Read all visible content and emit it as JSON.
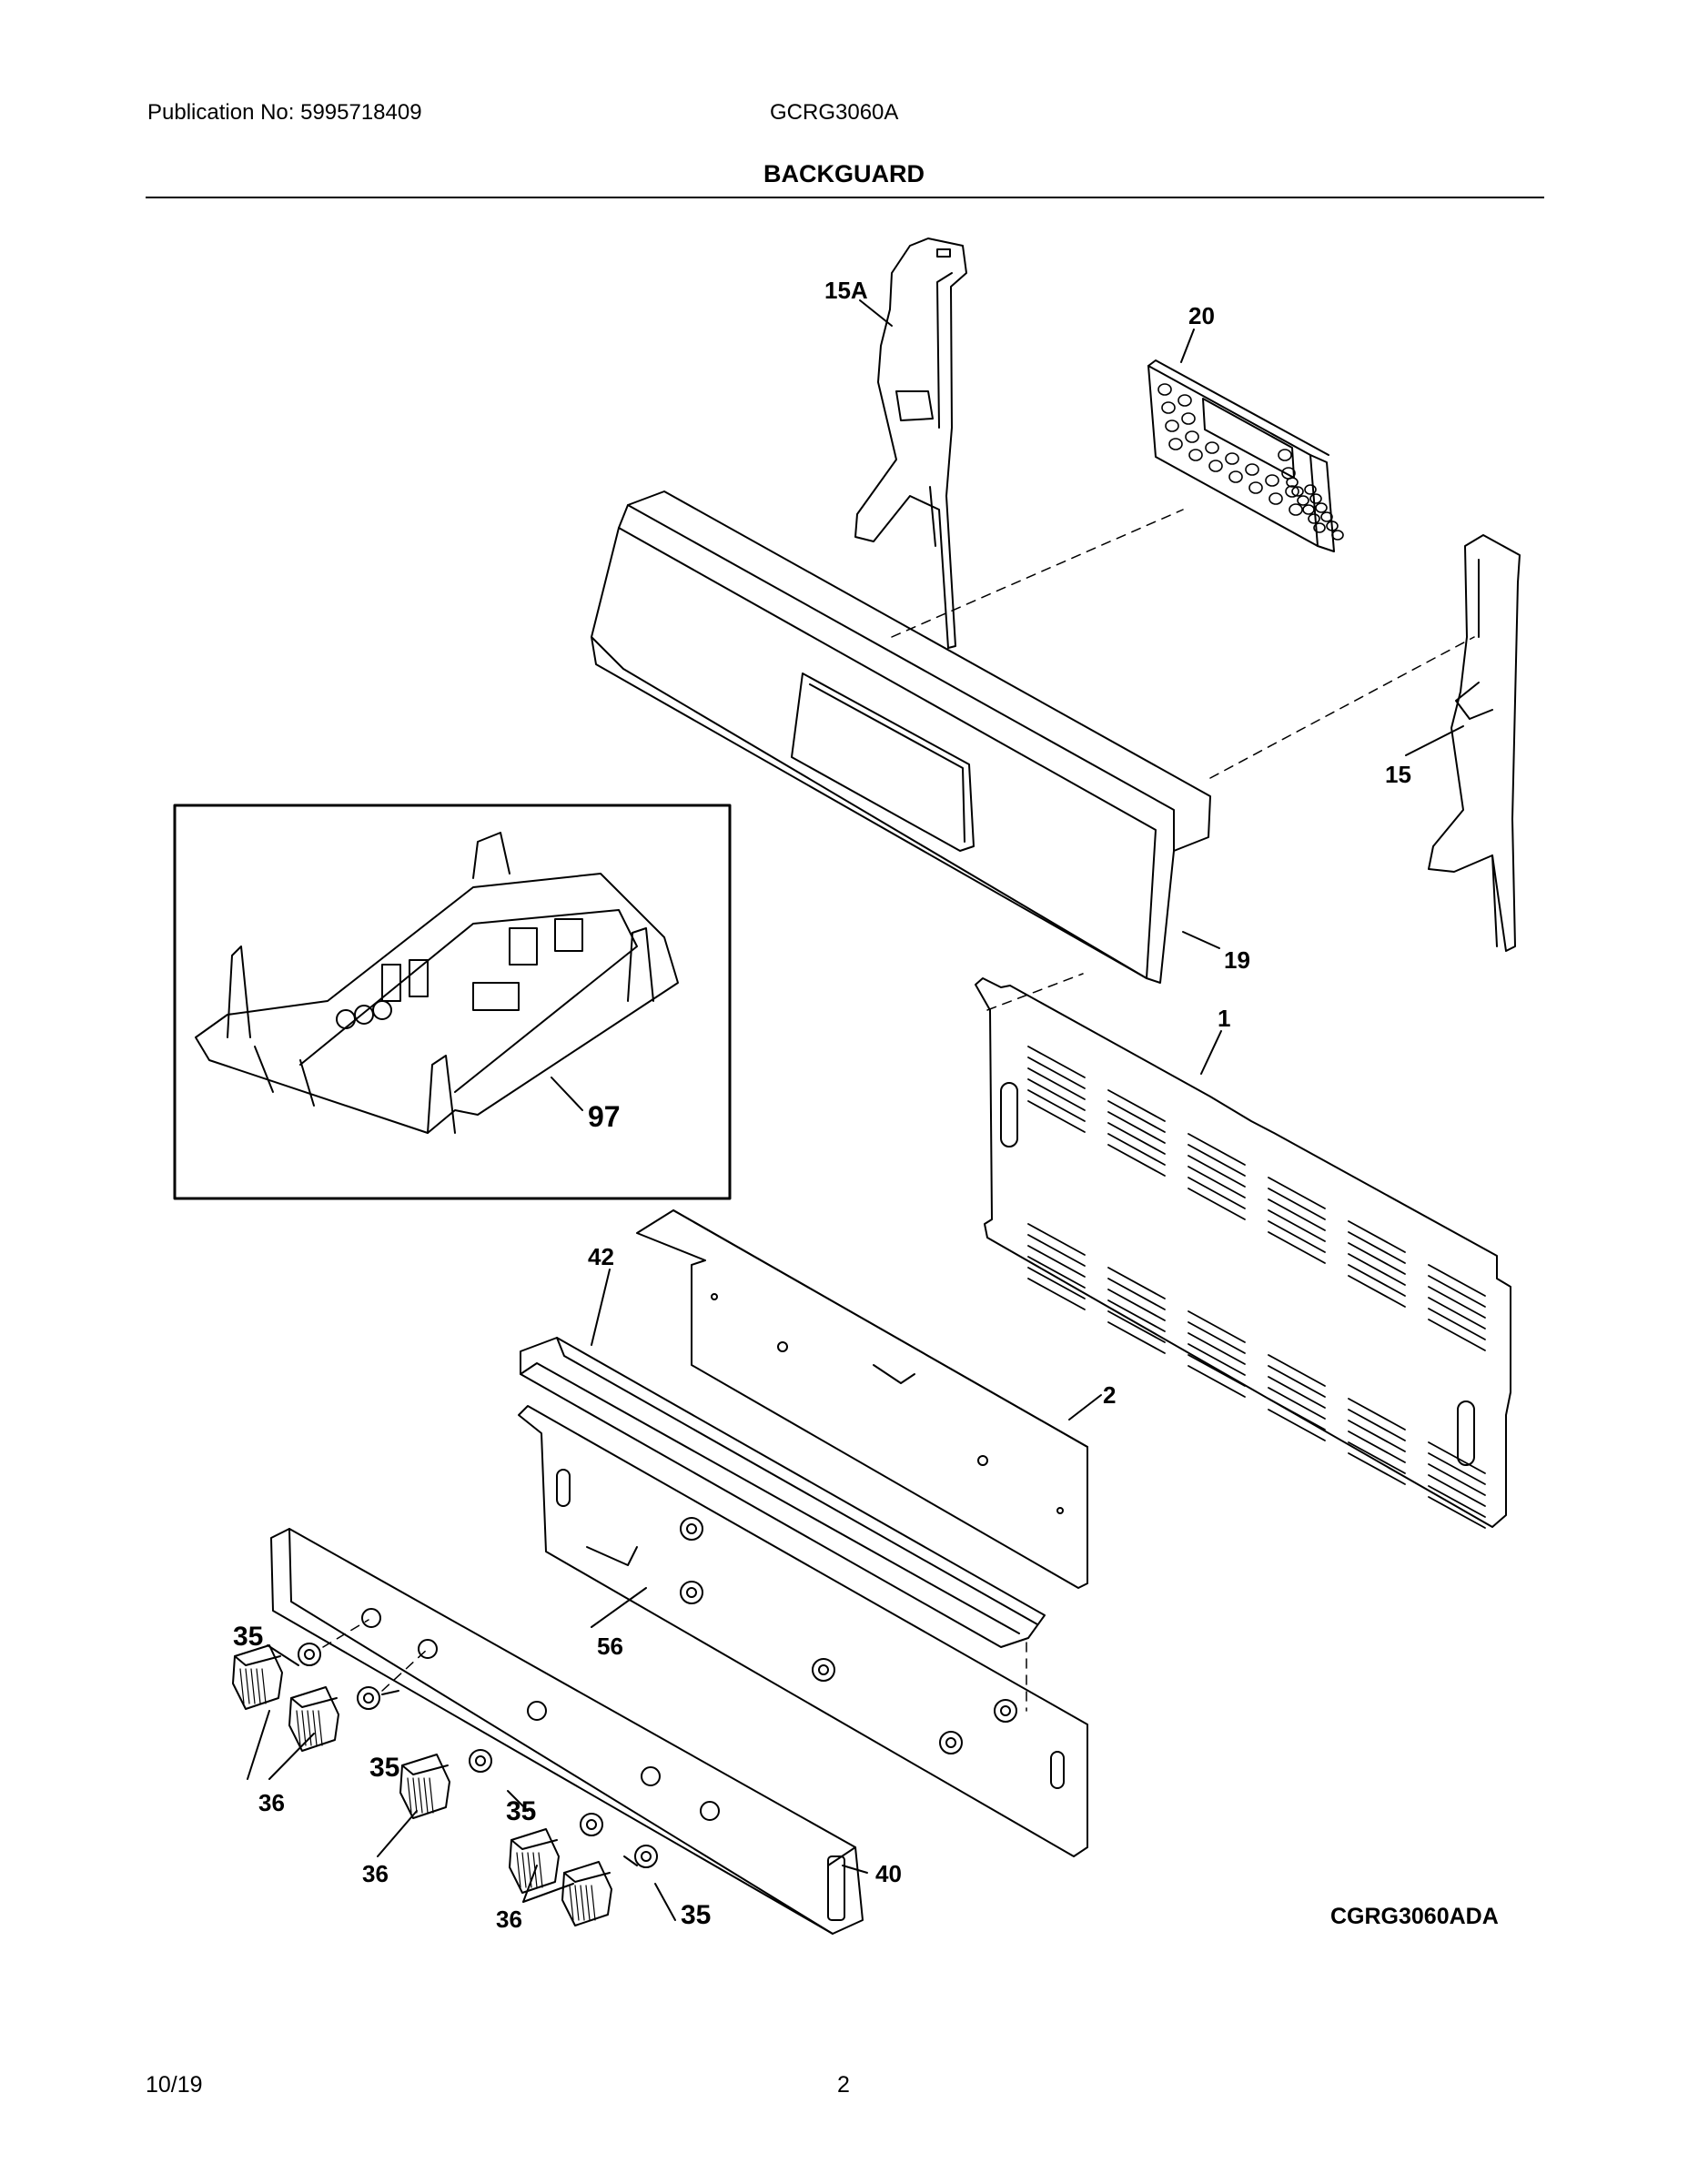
{
  "header": {
    "publication": "Publication No: 5995718409",
    "model": "GCRG3060A",
    "title": "BACKGUARD"
  },
  "callouts": {
    "p15A": "15A",
    "p20": "20",
    "p15": "15",
    "p19": "19",
    "p1": "1",
    "p97": "97",
    "p42": "42",
    "p2": "2",
    "p56": "56",
    "p35": "35",
    "p36": "36",
    "p40": "40"
  },
  "footer": {
    "diagram_code": "CGRG3060ADA",
    "date": "10/19",
    "page": "2"
  }
}
